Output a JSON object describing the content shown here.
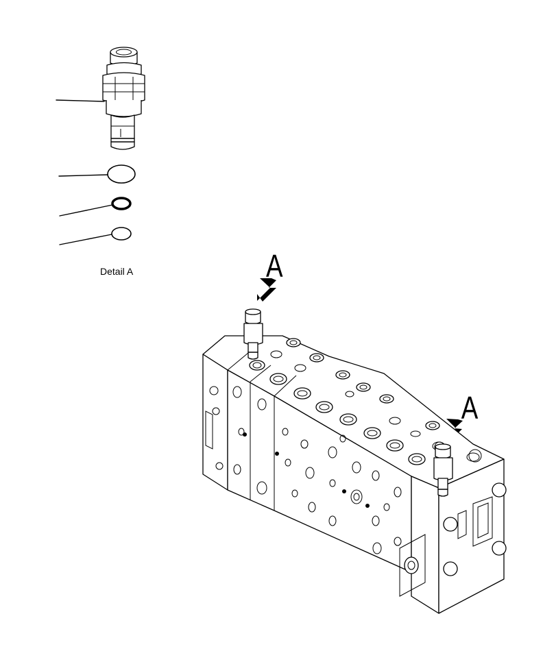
{
  "detail_caption": "Detail A",
  "callouts": [
    {
      "letter": "A"
    },
    {
      "letter": "A"
    }
  ]
}
